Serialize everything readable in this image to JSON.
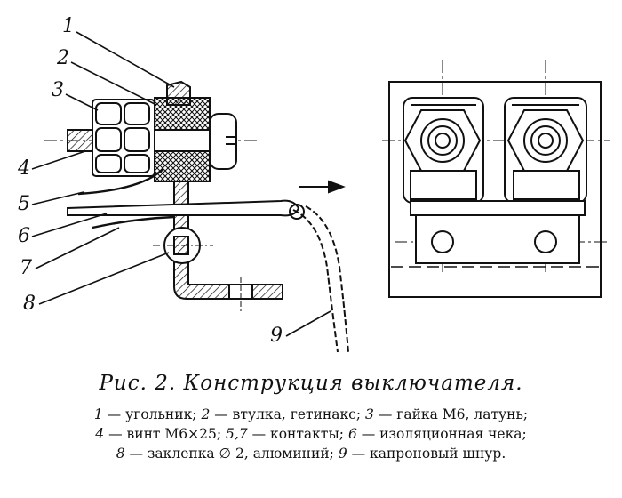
{
  "labels": [
    "1",
    "2",
    "3",
    "4",
    "5",
    "6",
    "7",
    "8",
    "9"
  ],
  "caption": {
    "title": "Рис. 2. Конструкция выключателя.",
    "legend": [
      [
        {
          "num": "1",
          "text": " — угольник; "
        },
        {
          "num": "2",
          "text": " — втулка, гетинакс; "
        },
        {
          "num": "3",
          "text": " — гайка М6, латунь;"
        }
      ],
      [
        {
          "num": "4",
          "text": " — винт М6×25; "
        },
        {
          "num": "5,7",
          "text": " — контакты; "
        },
        {
          "num": "6",
          "text": " — изоляционная чека;"
        }
      ],
      [
        {
          "num": "8",
          "text": " — заклепка ∅ 2, алюминий; "
        },
        {
          "num": "9",
          "text": " — капроновый шнур."
        }
      ]
    ]
  }
}
